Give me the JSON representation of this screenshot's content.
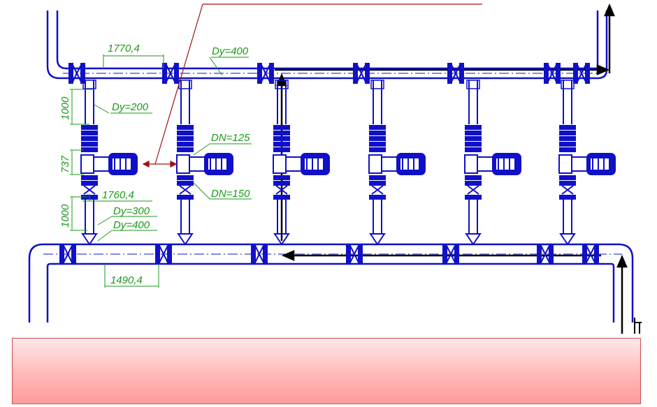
{
  "diagram": {
    "title": "",
    "colors": {
      "pipe": "#1010c8",
      "dimension": "#1a9a1a",
      "callout_line": "#a01010",
      "flow_arrow": "#000000",
      "callout_box_top": "#ffe8e8",
      "callout_box_bottom": "#ff9c9c"
    },
    "dimension_labels": {
      "top_span": "1770,4",
      "header_diameter_top": "Dy=400",
      "vertical_top": "1000",
      "branch_diameter": "Dy=200",
      "pump_height": "737",
      "dn_upper": "DN=125",
      "dn_lower": "DN=150",
      "pump_span": "1760,4",
      "vertical_bottom": "1000",
      "bottom_diam_1": "Dy=300",
      "bottom_diam_2": "Dy=400",
      "bottom_span": "1490,4"
    },
    "pump_count": 6,
    "icons": [
      "gate-valve-icon",
      "pump-motor-icon",
      "flow-arrow-icon"
    ]
  },
  "callout_box": {
    "text": ""
  }
}
